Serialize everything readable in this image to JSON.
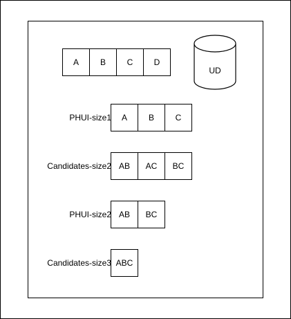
{
  "top_row": [
    "A",
    "B",
    "C",
    "D"
  ],
  "database": {
    "label": "UD",
    "icon": "cylinder-icon"
  },
  "rows": [
    {
      "label": "PHUI-size1",
      "cells": [
        "A",
        "B",
        "C"
      ]
    },
    {
      "label": "Candidates-size2",
      "cells": [
        "AB",
        "AC",
        "BC"
      ]
    },
    {
      "label": "PHUI-size2",
      "cells": [
        "AB",
        "BC"
      ]
    },
    {
      "label": "Candidates-size3",
      "cells": [
        "ABC"
      ]
    }
  ]
}
